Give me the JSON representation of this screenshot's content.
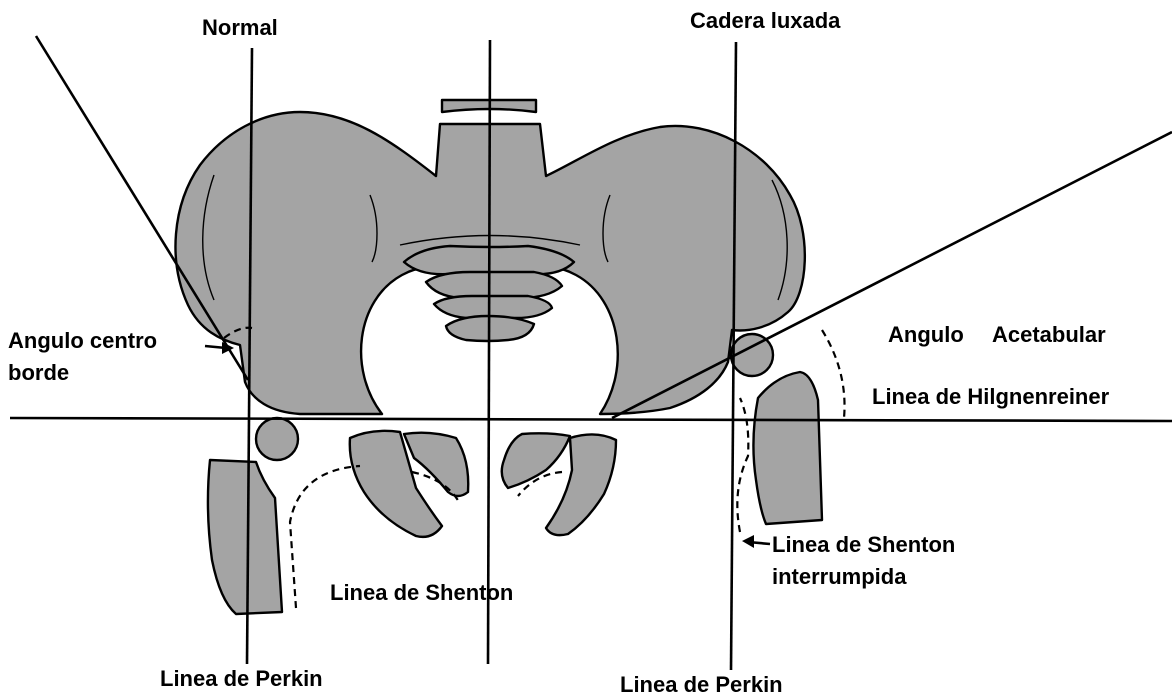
{
  "labels": {
    "normal": "Normal",
    "dislocated_hip": "Cadera luxada",
    "center_edge_angle_line1": "Angulo centro",
    "center_edge_angle_line2": "borde",
    "acetabular_angle_word1": "Angulo",
    "acetabular_angle_word2": "Acetabular",
    "hilgenreiner_line": "Linea de Hilgnenreiner",
    "shenton_interrupted_line1": "Linea de Shenton",
    "shenton_interrupted_line2": "interrumpida",
    "shenton_line": "Linea de Shenton",
    "perkin_left": "Linea de Perkin",
    "perkin_right": "Linea de Perkin"
  },
  "colors": {
    "bone_fill": "#a4a4a4",
    "ink": "#000000",
    "background": "#ffffff"
  }
}
